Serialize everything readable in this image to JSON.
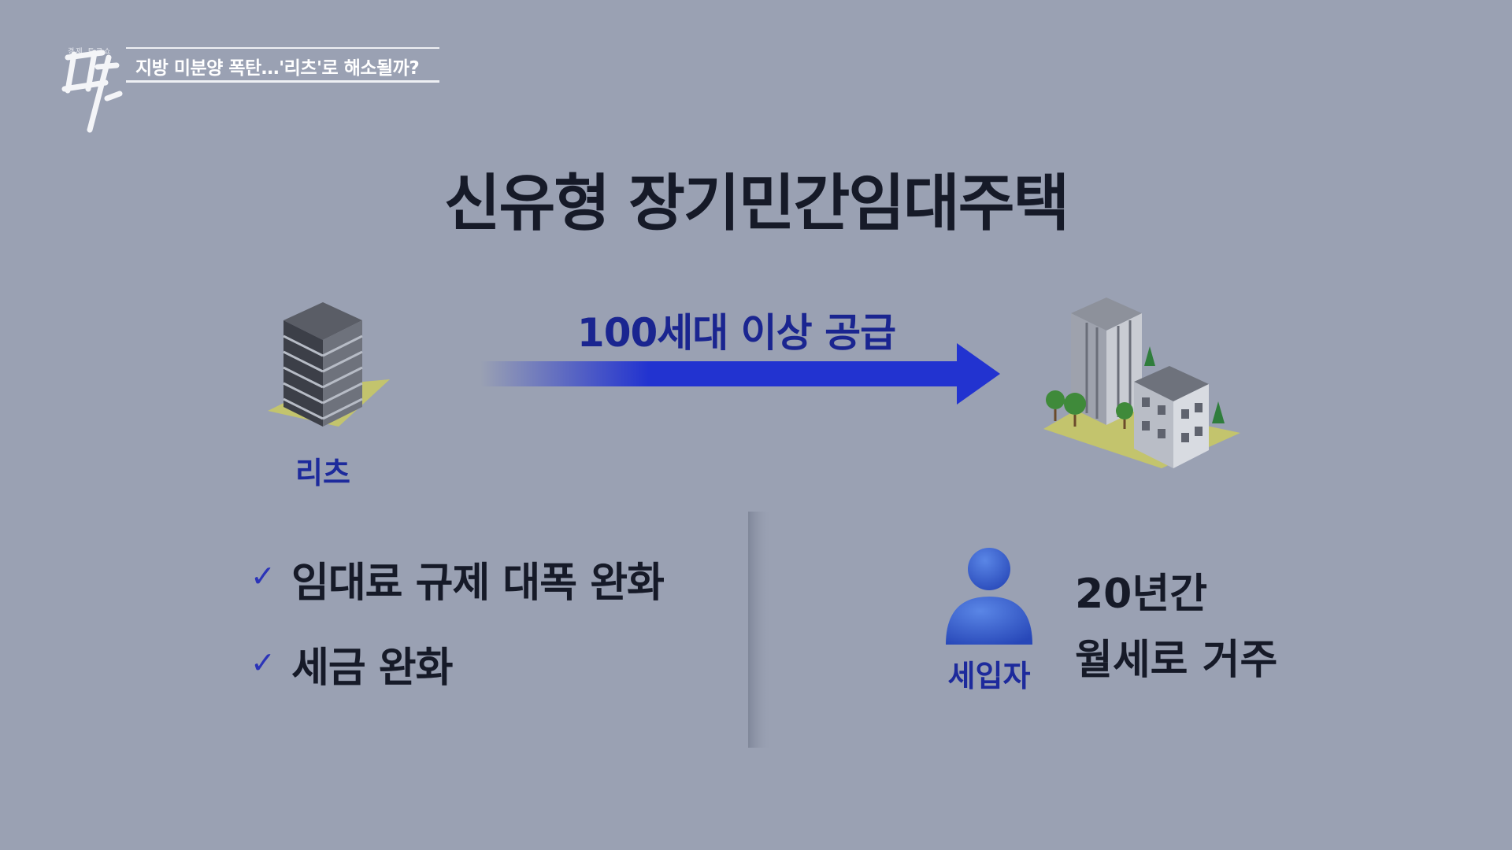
{
  "header": {
    "logo_small_text": "경제 토크쇼",
    "logo_glyph": "픽",
    "headline": "지방 미분양 폭탄…'리츠'로 해소될까?"
  },
  "main_title": "신유형 장기민간임대주택",
  "flow": {
    "source_label": "리츠",
    "arrow_label": "100세대 이상 공급"
  },
  "benefits": [
    {
      "check": "✓",
      "text": "임대료 규제 대폭 완화"
    },
    {
      "check": "✓",
      "text": "세금 완화"
    }
  ],
  "tenant": {
    "label": "세입자",
    "duration": "20년간",
    "terms": "월세로 거주"
  },
  "colors": {
    "background": "#9aa1b3",
    "accent_blue": "#1d2a9c",
    "arrow_blue": "#2233d0",
    "text_dark": "#161a28"
  }
}
